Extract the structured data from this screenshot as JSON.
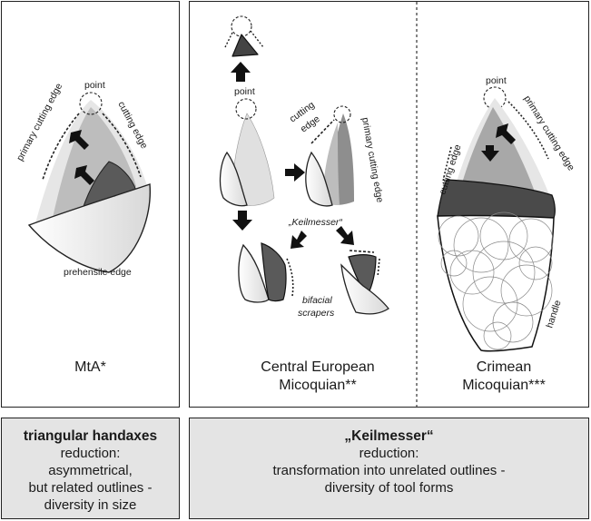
{
  "panels": {
    "left": {
      "label": "MtA*",
      "point": "point",
      "primary_cutting_edge": "primary cutting edge",
      "cutting_edge": "cutting edge",
      "prehensile_edge": "prehensile edge"
    },
    "middle": {
      "label_line1": "Central European",
      "label_line2": "Micoquian**",
      "point": "point",
      "cutting_edge_line1": "cutting",
      "cutting_edge_line2": "edge",
      "primary_cutting_edge": "primary cutting edge",
      "keilmesser": "„Keilmesser“",
      "bifacial_line1": "bifacial",
      "bifacial_line2": "scrapers"
    },
    "right": {
      "label_line1": "Crimean",
      "label_line2": "Micoquian***",
      "point": "point",
      "primary_cutting_edge": "primary cutting edge",
      "cutting_edge": "cutting edge",
      "handle": "handle"
    }
  },
  "captions": {
    "left": {
      "title": "triangular handaxes",
      "line1": "reduction:",
      "line2": "asymmetrical,",
      "line3": "but related outlines -",
      "line4": "diversity in size"
    },
    "right": {
      "title": "„Keilmesser“",
      "line1": "reduction:",
      "line2": "transformation into unrelated outlines -",
      "line3": "diversity of tool forms"
    }
  },
  "colors": {
    "light_gray": "#e6e6e6",
    "mid_gray": "#b9b9b9",
    "dark_gray": "#8e8e8e",
    "darkest": "#4a4a4a",
    "caption_bg": "#e4e4e4"
  }
}
